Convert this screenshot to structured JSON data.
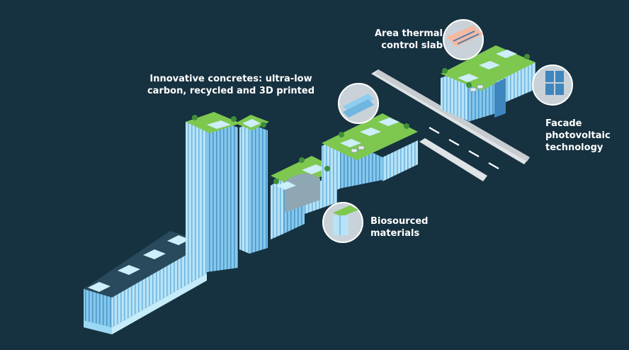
{
  "labels": {
    "concrete": "Innovative concretes: ultra-low\ncarbon, recycled and 3D printed",
    "thermal": "Area thermal\ncontrol slab",
    "pv": "Facade\nphotovoltaic\ntechnology",
    "bio": "Biosourced\nmaterials"
  },
  "colors": {
    "background": "#16313f",
    "facade_light": "#a9ddf5",
    "facade_mid": "#7cc4ea",
    "facade_dark": "#4f9fcf",
    "roof_green": "#7ec850",
    "road": "#d9dde0"
  },
  "icons": [
    "tree-icon",
    "solar-panel-icon",
    "skylight-icon"
  ]
}
